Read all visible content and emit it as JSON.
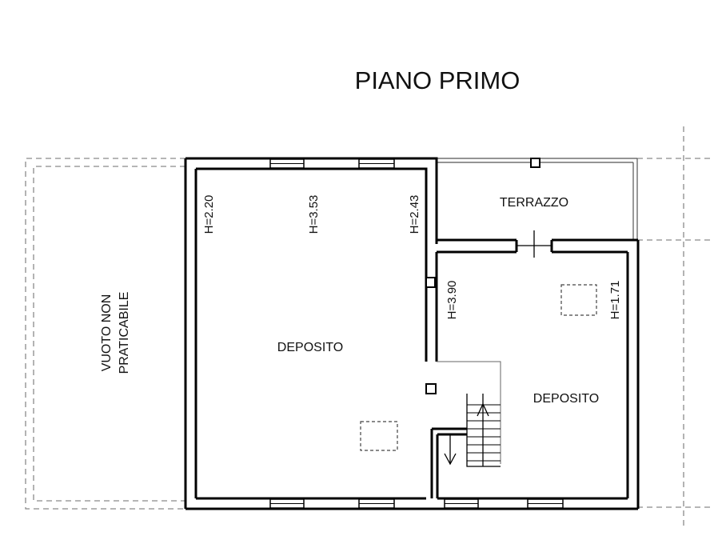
{
  "plan": {
    "title": "PIANO PRIMO",
    "rooms": {
      "terrazzo": "TERRAZZO",
      "deposito_left": "DEPOSITO",
      "deposito_right": "DEPOSITO",
      "vuoto_line1": "VUOTO NON",
      "vuoto_line2": "PRATICABILE"
    },
    "heights": {
      "h1": "H=2.20",
      "h2": "H=3.53",
      "h3": "H=2.43",
      "h4": "H=3.90",
      "h5": "H=1.71"
    }
  }
}
